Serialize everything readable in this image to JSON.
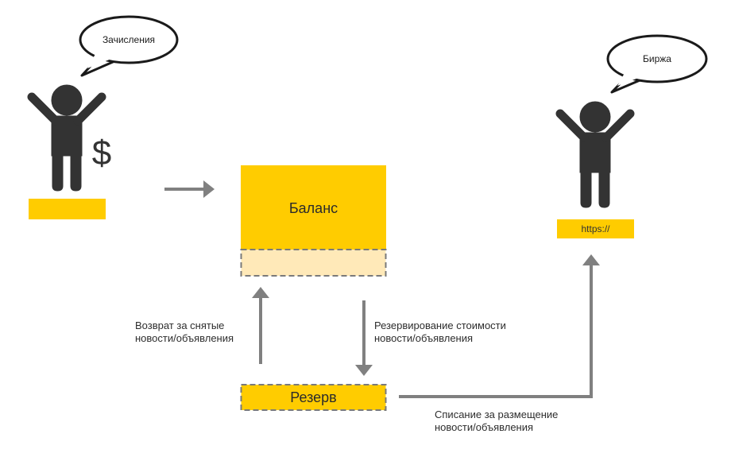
{
  "colors": {
    "yellow": "#ffcc00",
    "reserve_fill": "#ffe9b8",
    "figure": "#333333",
    "arrow": "#808080",
    "dash_border": "#7a7a7a"
  },
  "left_person": {
    "bubble_text": "Зачисления",
    "symbol": "$",
    "icon": "person-arms-raised-icon"
  },
  "right_person": {
    "bubble_text": "Биржа",
    "badge_text": "https://",
    "icon": "person-arms-raised-icon"
  },
  "balance": {
    "title": "Баланс"
  },
  "reserve": {
    "title": "Резерв"
  },
  "labels": {
    "refund_line1": "Возврат за снятые",
    "refund_line2": "новости/объявления",
    "reserve_cost_line1": "Резервирование стоимости",
    "reserve_cost_line2": "новости/объявления",
    "charge_line1": "Списание за размещение",
    "charge_line2": "новости/объявления"
  }
}
